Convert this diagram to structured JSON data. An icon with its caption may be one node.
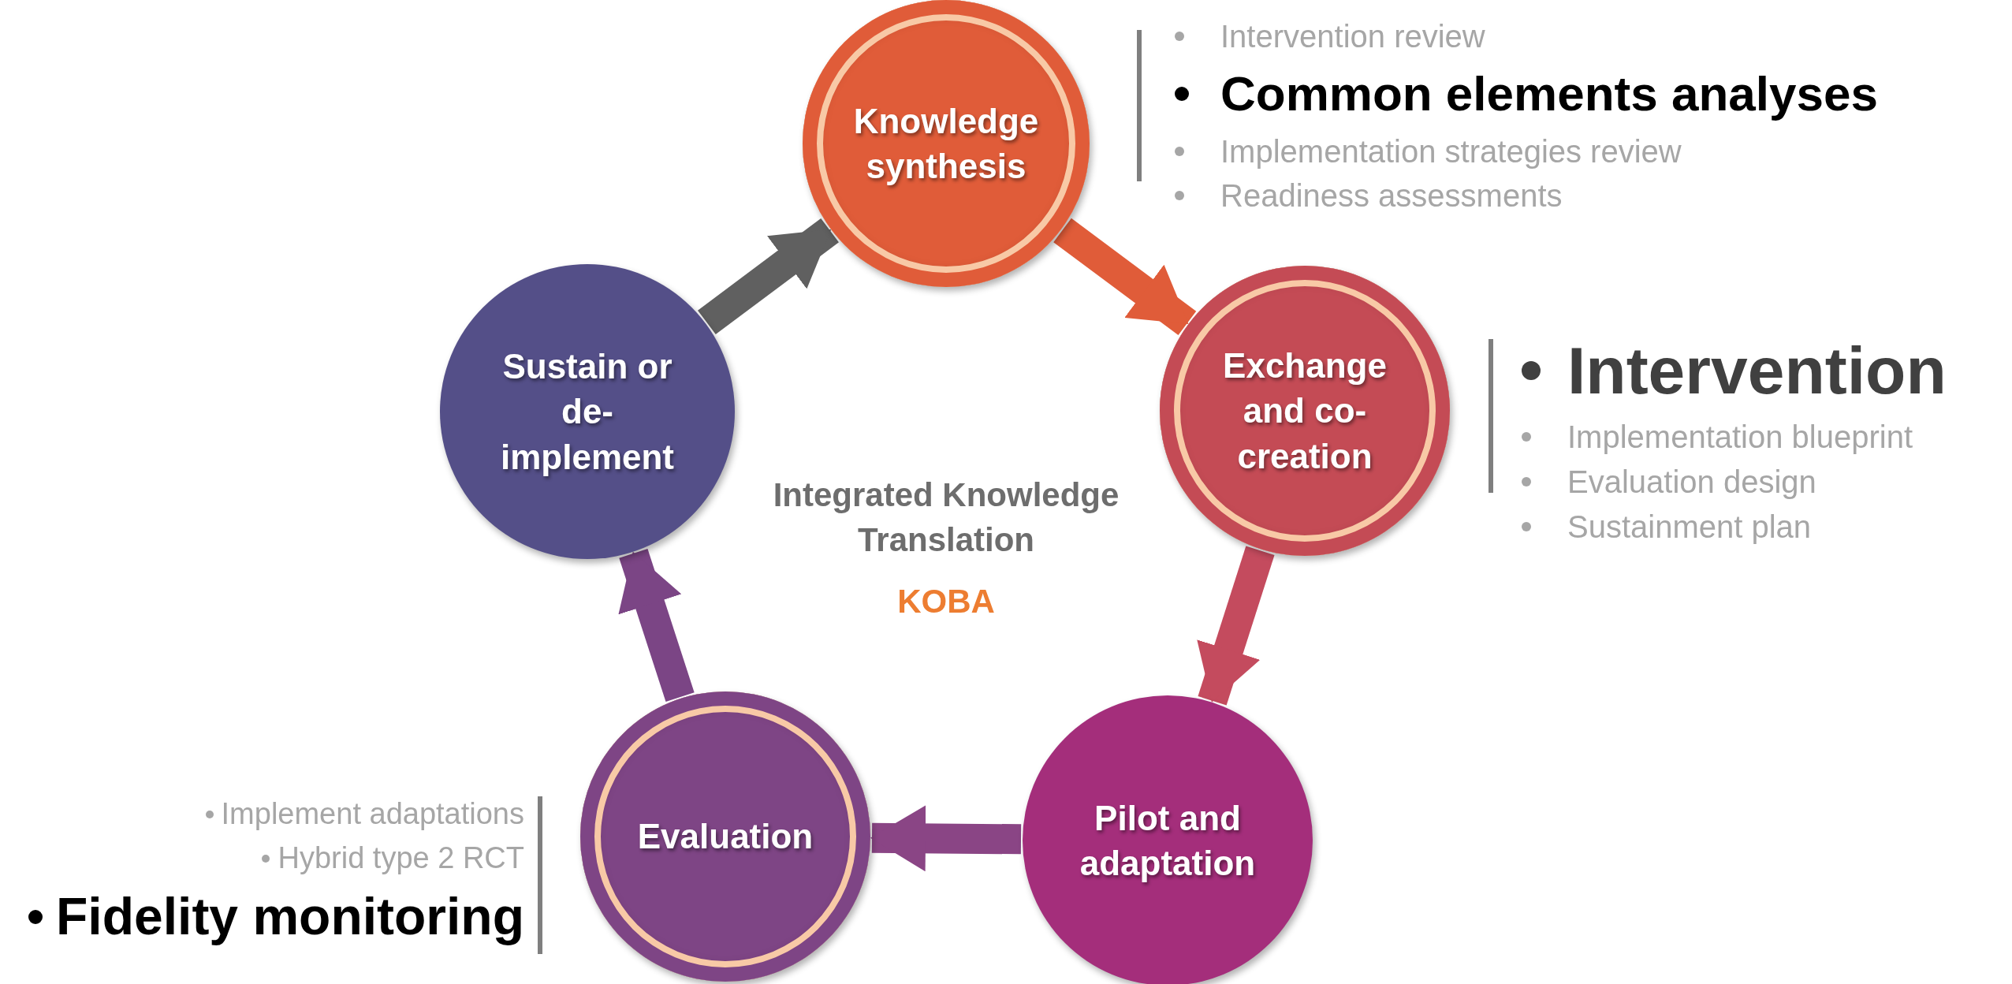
{
  "diagram": {
    "nodes": [
      {
        "text": [
          "Knowledge synthesis"
        ],
        "beside": [
          "Intervention review",
          "Common elements analyses",
          "Implementation strategies review",
          "Readiness assessments"
        ]
      },
      {
        "text": [
          "Exchange and co-creation"
        ],
        "beside": [
          "Intervention",
          "Implementation blueprint",
          "Evaluation design",
          "Sustainment plan"
        ]
      },
      {
        "text": [
          "Pilot and adaptation"
        ]
      },
      {
        "text": [
          "Evaluation"
        ],
        "beside": [
          "Implement adaptations",
          "Hybrid type 2 RCT",
          "Fidelity monitoring"
        ]
      },
      {
        "text": [
          "Sustain or de-implement"
        ]
      }
    ],
    "edges": [
      {
        "from": 4,
        "to": 0,
        "arrow": "to",
        "color": "#606060"
      },
      {
        "from": 0,
        "to": 1,
        "arrow": "to",
        "color": "#e05c39"
      },
      {
        "from": 1,
        "to": 2,
        "arrow": "to",
        "color": "#c44b5e"
      },
      {
        "from": 2,
        "to": 3,
        "arrow": "to",
        "color": "#8a4585"
      },
      {
        "from": 3,
        "to": 4,
        "arrow": "to",
        "color": "#7b4585"
      }
    ],
    "labels": [
      "Integrated Knowledge Translation",
      "KOBA"
    ]
  }
}
